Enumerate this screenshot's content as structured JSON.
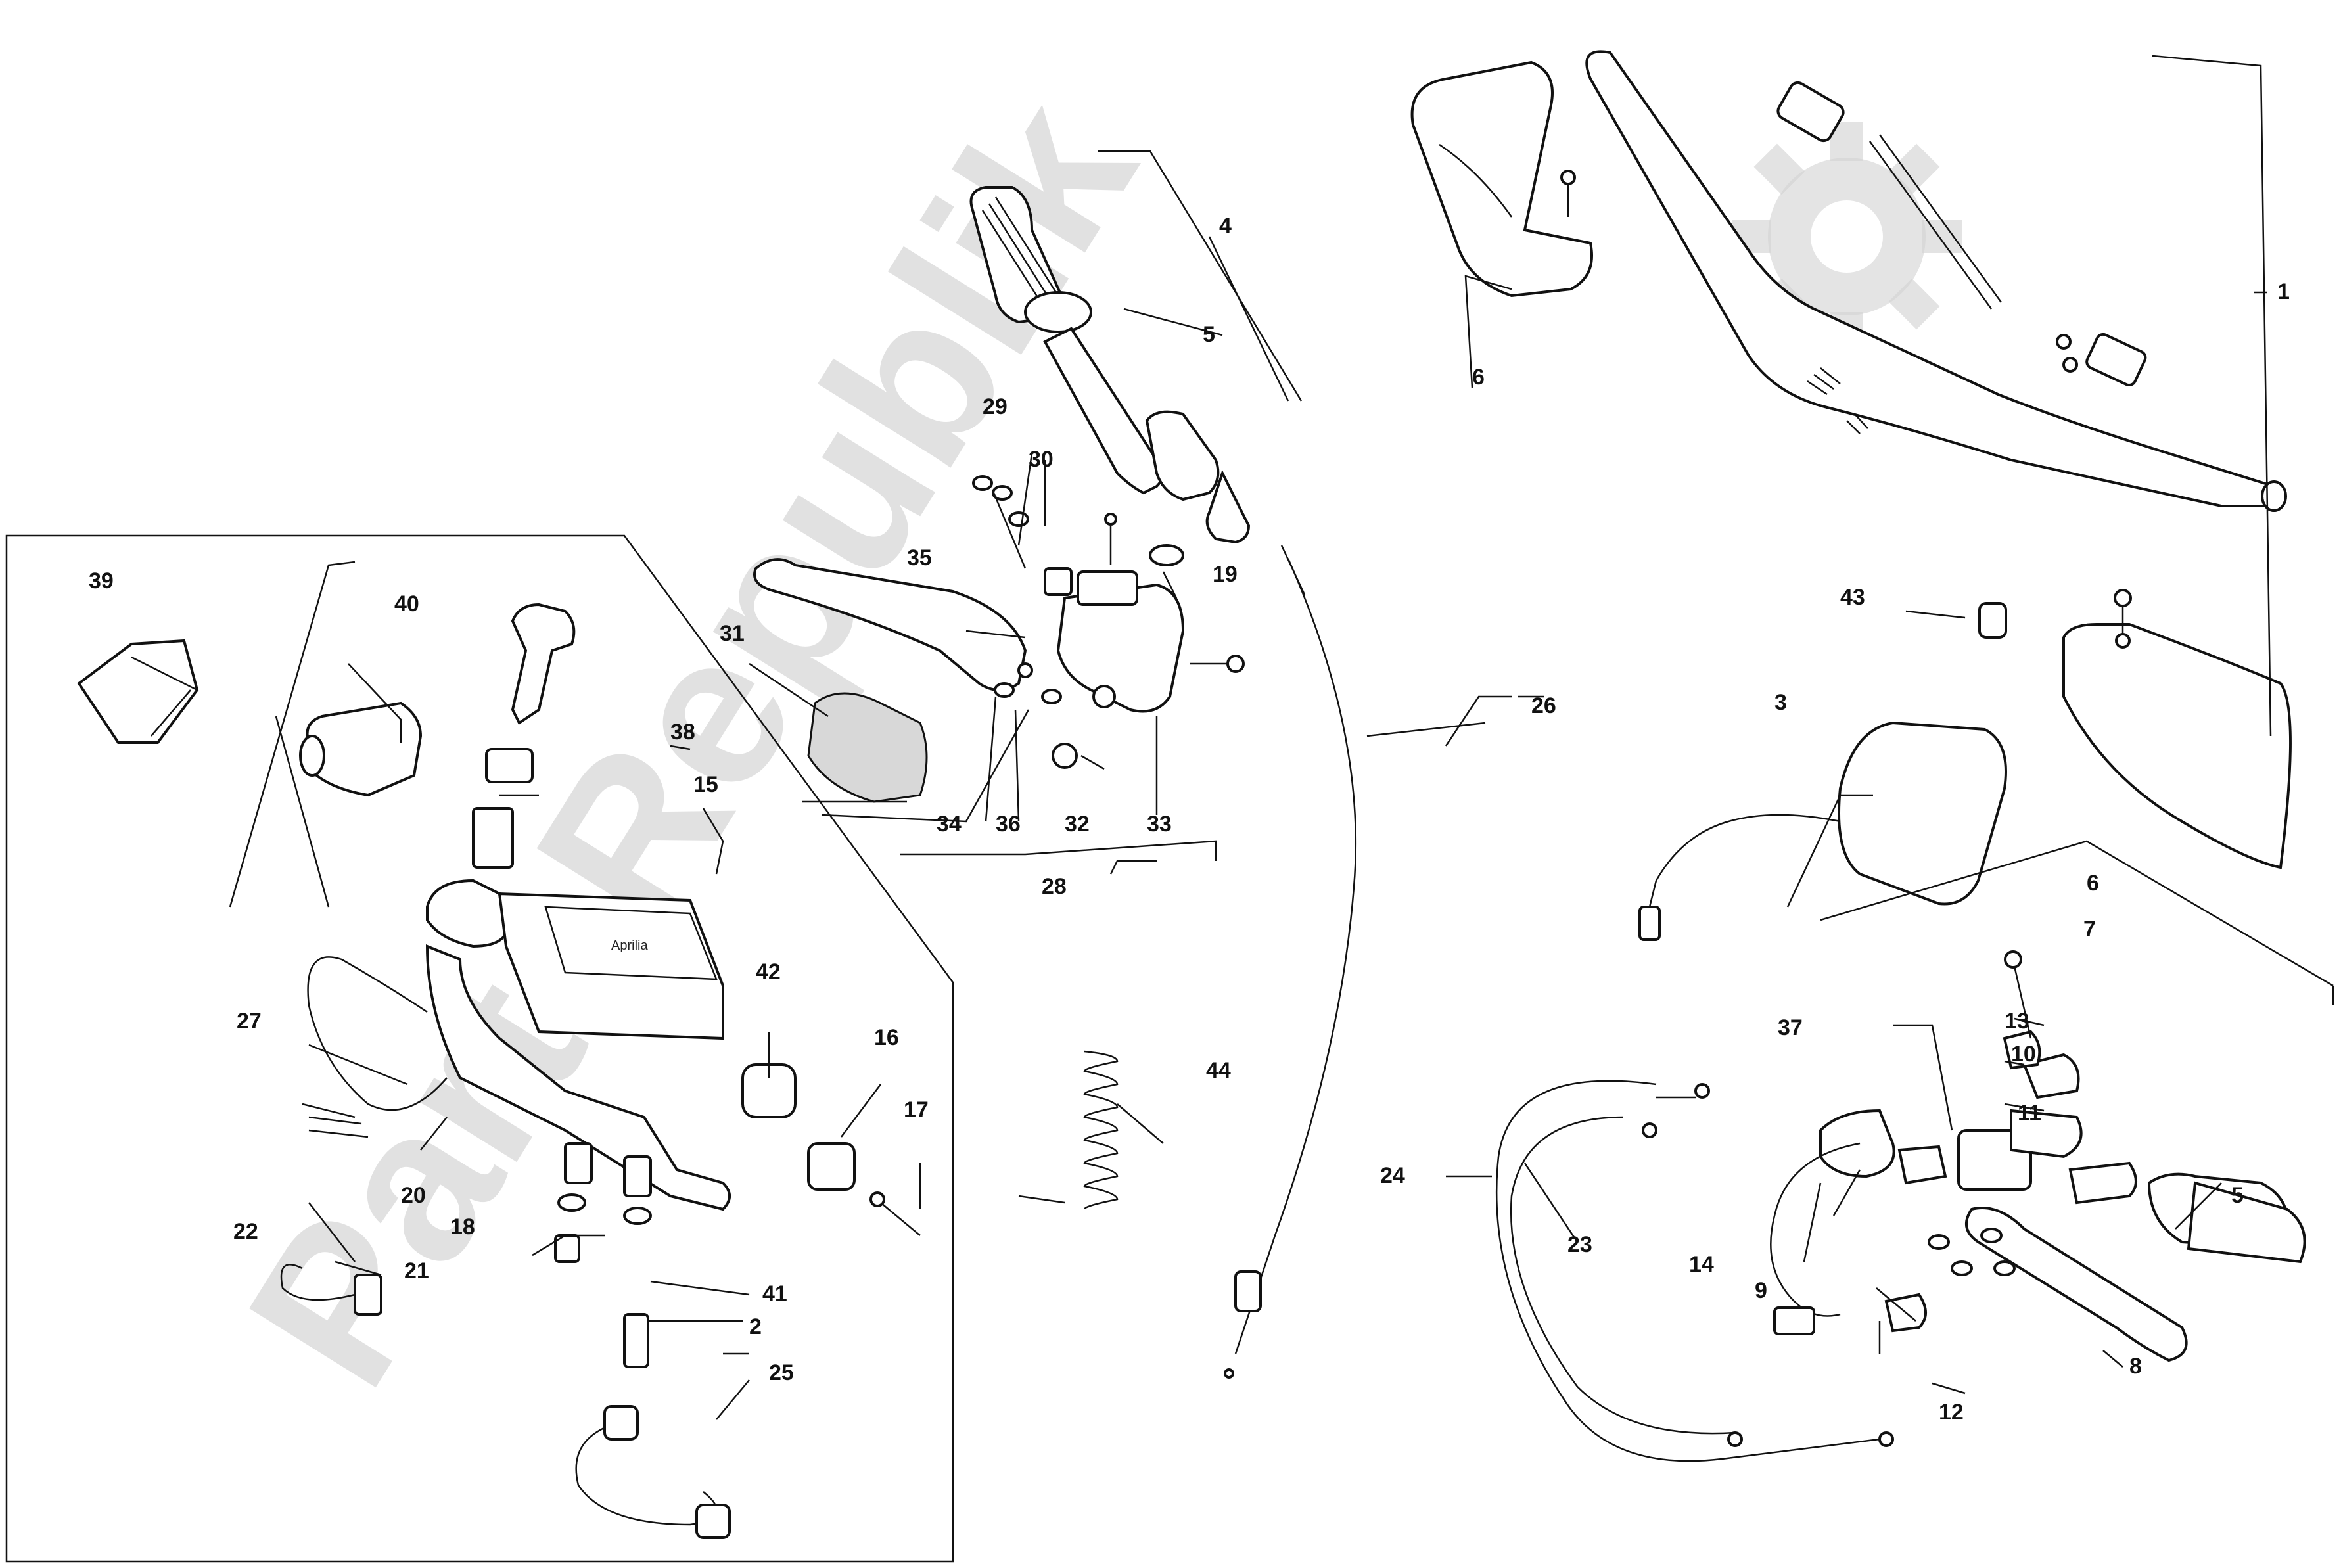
{
  "watermark": {
    "text": "PartsRepublik"
  },
  "brand_label": "Aprilia",
  "labels": {
    "l1": "1",
    "l2": "2",
    "l3": "3",
    "l4": "4",
    "l5a": "5",
    "l5b": "5",
    "l6a": "6",
    "l6b": "6",
    "l7": "7",
    "l8": "8",
    "l9": "9",
    "l10": "10",
    "l11": "11",
    "l12": "12",
    "l13": "13",
    "l14": "14",
    "l15": "15",
    "l16": "16",
    "l17": "17",
    "l18": "18",
    "l19": "19",
    "l20": "20",
    "l21": "21",
    "l22": "22",
    "l23": "23",
    "l24": "24",
    "l25": "25",
    "l26": "26",
    "l27": "27",
    "l28": "28",
    "l29": "29",
    "l30": "30",
    "l31": "31",
    "l32": "32",
    "l33": "33",
    "l34": "34",
    "l35": "35",
    "l36": "36",
    "l37": "37",
    "l38": "38",
    "l39": "39",
    "l40": "40",
    "l41": "41",
    "l42": "42",
    "l43": "43",
    "l44": "44"
  }
}
